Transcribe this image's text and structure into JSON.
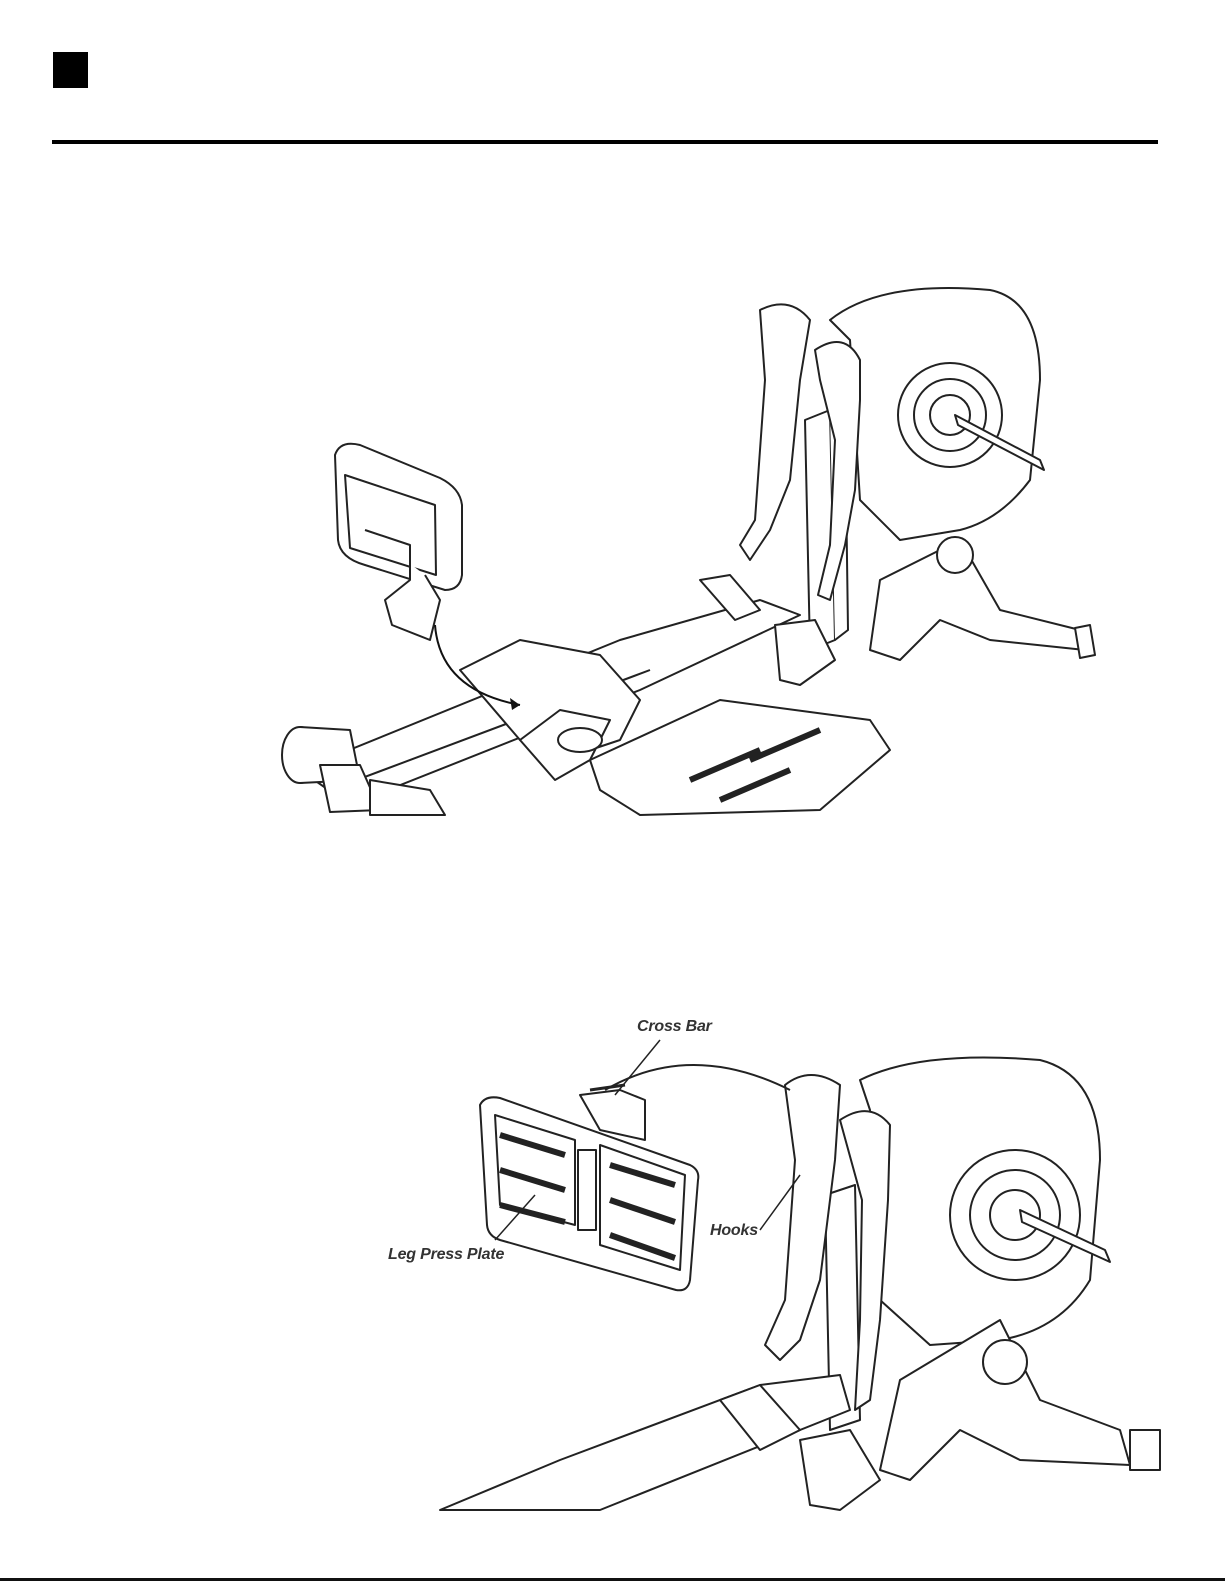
{
  "figure2": {
    "callouts": {
      "cross_bar": "Cross Bar",
      "hooks": "Hooks",
      "leg_press_plate": "Leg Press Plate"
    }
  }
}
